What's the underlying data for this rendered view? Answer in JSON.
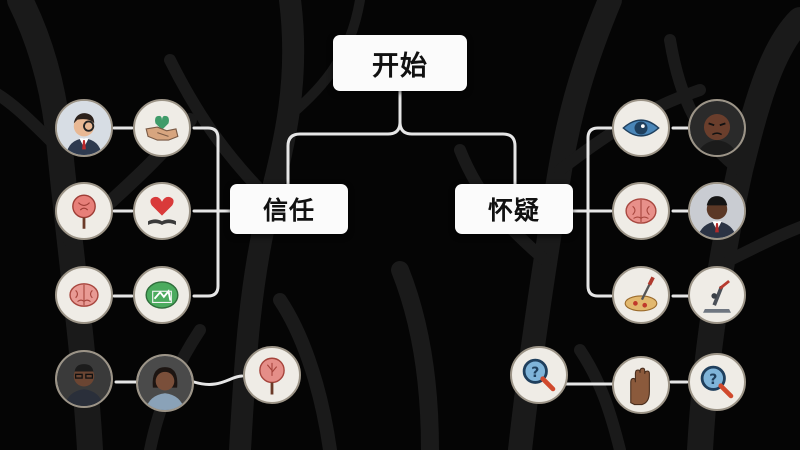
{
  "nodes": {
    "root": "开始",
    "trust": "信任",
    "doubt": "怀疑"
  },
  "icons": [
    "man-with-monocle-icon",
    "handshake-icon",
    "brain-tree-icon",
    "heart-book-icon",
    "brain-icon",
    "green-brain-icon",
    "man-with-glasses-icon",
    "woman-portrait-icon",
    "tree-icon",
    "eye-icon",
    "angry-man-icon",
    "brain-icon",
    "man-in-suit-icon",
    "pizza-knife-icon",
    "microscope-icon",
    "magnifier-question-icon",
    "raised-hand-icon",
    "magnifier-question-icon"
  ],
  "colors": {
    "background": "#050505",
    "box": "#fbfbfb",
    "connector": "#e6e6e6",
    "icon_bg": "#efece6"
  }
}
